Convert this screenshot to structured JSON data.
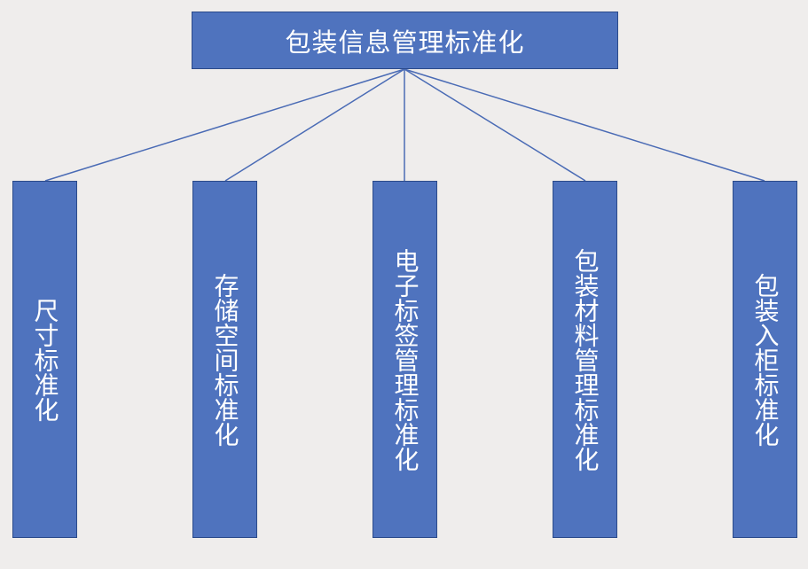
{
  "diagram": {
    "root": {
      "label": "包装信息管理标准化"
    },
    "children": [
      {
        "label": "尺寸标准化"
      },
      {
        "label": "存储空间标准化"
      },
      {
        "label": "电子标签管理标准化"
      },
      {
        "label": "包装材料管理标准化"
      },
      {
        "label": "包装入柜标准化"
      }
    ]
  },
  "colors": {
    "box_fill": "#4f73be",
    "box_border": "#2b4a8a",
    "connector": "#4a6bb5",
    "background": "#efedec",
    "text": "#ffffff"
  }
}
